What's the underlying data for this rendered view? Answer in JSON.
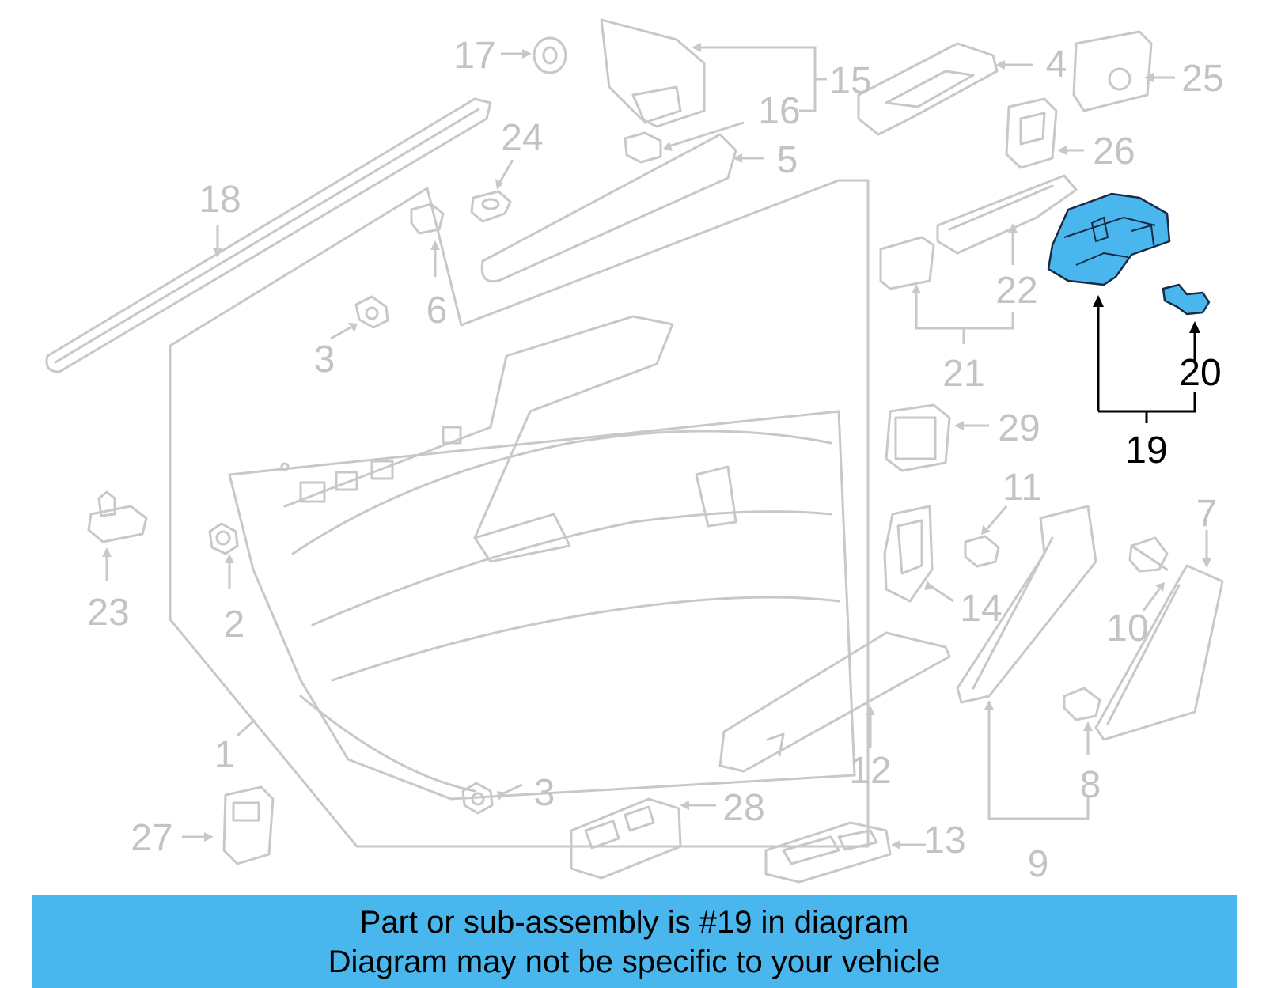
{
  "callouts": {
    "c1": "1",
    "c2": "2",
    "c3a": "3",
    "c3b": "3",
    "c4": "4",
    "c5": "5",
    "c6": "6",
    "c7": "7",
    "c8": "8",
    "c9": "9",
    "c10": "10",
    "c11": "11",
    "c12": "12",
    "c13": "13",
    "c14": "14",
    "c15": "15",
    "c16": "16",
    "c17": "17",
    "c18": "18",
    "c19": "19",
    "c20": "20",
    "c21": "21",
    "c22": "22",
    "c23": "23",
    "c24": "24",
    "c25": "25",
    "c26": "26",
    "c27": "27",
    "c28": "28",
    "c29": "29"
  },
  "highlighted_part": "19",
  "banner": {
    "line1": "Part or sub-assembly is #19 in diagram",
    "line2": "Diagram may not be specific to your vehicle"
  },
  "colors": {
    "highlight": "#49b7ee",
    "banner": "#49b7ee",
    "part_outline": "#c8c8c8",
    "callout_gray": "#c3c3c3",
    "callout_dark": "#000000"
  }
}
